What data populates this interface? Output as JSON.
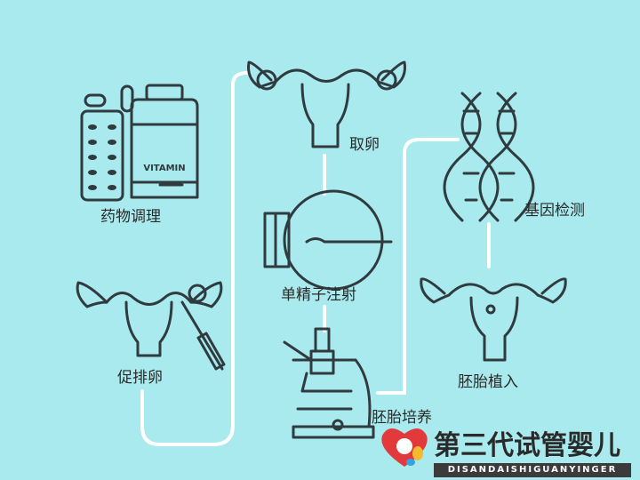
{
  "steps": {
    "medication": "药物调理",
    "ovulation": "促排卵",
    "egg_retrieval": "取卵",
    "icsi": "单精子注射",
    "embryo_culture": "胚胎培养",
    "genetic_testing": "基因检测",
    "embryo_transfer": "胚胎植入"
  },
  "vitamin_label": "VITAMIN",
  "logo": {
    "title": "第三代试管婴儿",
    "subtitle": "DISANDAISHIGUANYINGER"
  },
  "colors": {
    "background": "#a9eaee",
    "connector": "#ffffff",
    "ink": "#2f3b3f"
  }
}
